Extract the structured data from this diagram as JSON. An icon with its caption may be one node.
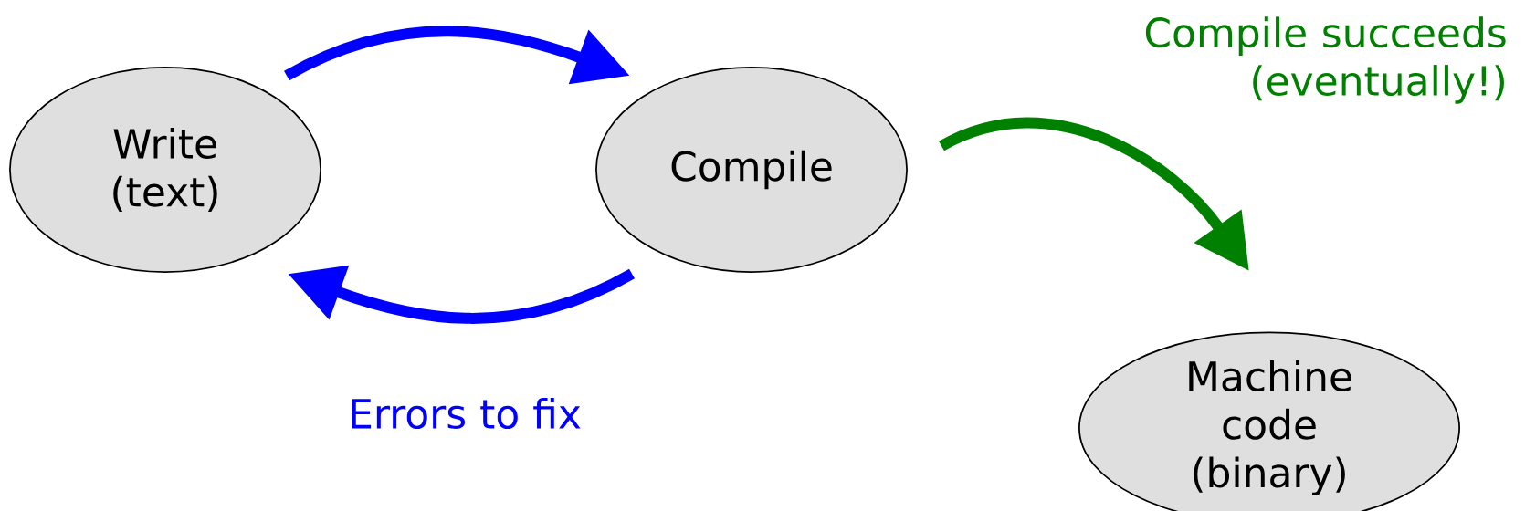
{
  "diagram": {
    "nodes": [
      {
        "text": [
          "Write (text)"
        ]
      },
      {
        "text": [
          "Compile"
        ]
      },
      {
        "text": [
          "Machine code (binary)"
        ]
      }
    ],
    "edges": [
      {
        "from": 0,
        "to": 1,
        "arrow": "to",
        "color": "#0000ff"
      },
      {
        "from": 1,
        "to": 0,
        "arrow": "to",
        "color": "#0000ff",
        "label": "Errors to fix"
      },
      {
        "from": 1,
        "to": 2,
        "arrow": "to",
        "color": "#008000",
        "label": "Compile succeeds (eventually!)"
      }
    ]
  }
}
